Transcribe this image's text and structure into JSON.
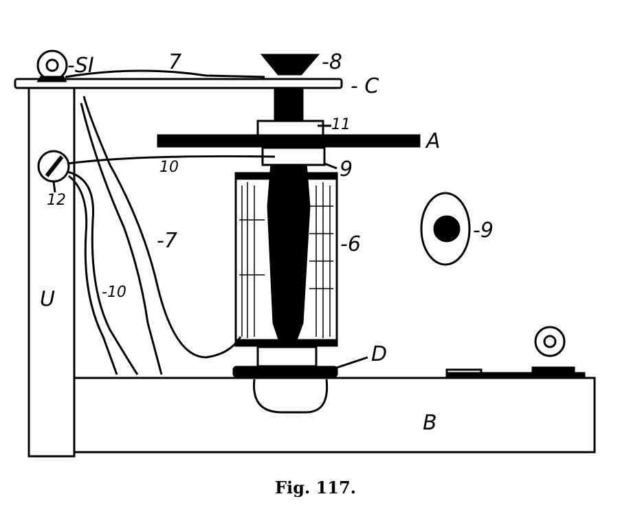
{
  "figure": {
    "caption": "Fig. 117.",
    "labels": {
      "si": "-SI",
      "wire7_top": "7",
      "knob8": "-8",
      "board_c": "- C",
      "nut11": "11",
      "plate_a": "A",
      "wire10_top": "10",
      "washer9": "9",
      "screw12": "12",
      "wire7_mid": "-7",
      "coil6": "-6",
      "oval9": "-9",
      "post_u": "U",
      "wire10_low": "-10",
      "plate_d": "D",
      "base_b": "B"
    },
    "colors": {
      "ink": "#000000",
      "paper": "#ffffff"
    }
  }
}
